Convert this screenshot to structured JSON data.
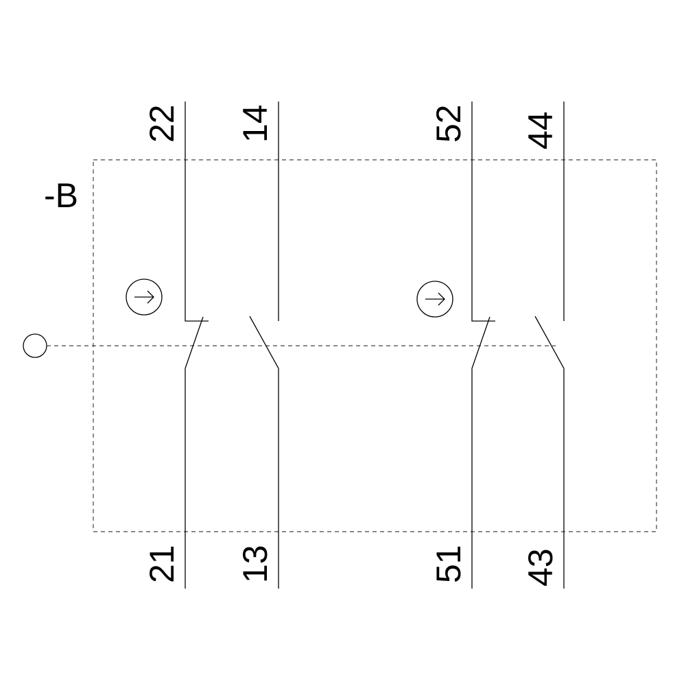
{
  "device_label": "-B",
  "contacts": [
    {
      "pair": [
        "22",
        "21"
      ],
      "type": "NC"
    },
    {
      "pair": [
        "14",
        "13"
      ],
      "type": "NO"
    },
    {
      "pair": [
        "52",
        "51"
      ],
      "type": "NC"
    },
    {
      "pair": [
        "44",
        "43"
      ],
      "type": "NO"
    }
  ],
  "actuator_symbol": "positive-opening-arrow-icon"
}
